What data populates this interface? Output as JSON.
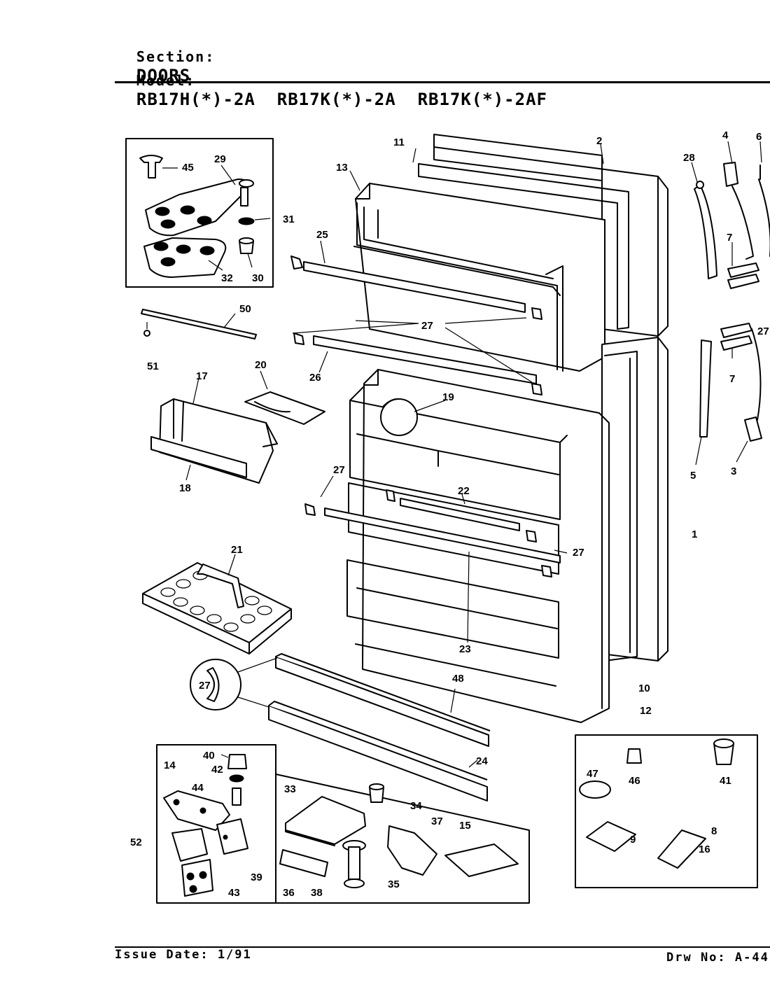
{
  "header": {
    "section_label": "Section:",
    "section_value": "DOORS",
    "model_label": "Model:",
    "model_value": "RB17H(*)-2A  RB17K(*)-2A  RB17K(*)-2AF"
  },
  "footer": {
    "issue_date": "Issue Date: 1/91",
    "drawing_number": "Drw No: A-44"
  },
  "callouts": [
    "1",
    "2",
    "3",
    "4",
    "5",
    "6",
    "7",
    "7",
    "8",
    "9",
    "10",
    "11",
    "12",
    "13",
    "14",
    "15",
    "16",
    "17",
    "18",
    "19",
    "20",
    "21",
    "22",
    "23",
    "24",
    "25",
    "26",
    "27",
    "27",
    "27",
    "27",
    "27",
    "28",
    "29",
    "30",
    "31",
    "32",
    "33",
    "34",
    "35",
    "36",
    "37",
    "38",
    "39",
    "40",
    "41",
    "42",
    "43",
    "44",
    "45",
    "46",
    "47",
    "48",
    "50",
    "51",
    "52"
  ]
}
